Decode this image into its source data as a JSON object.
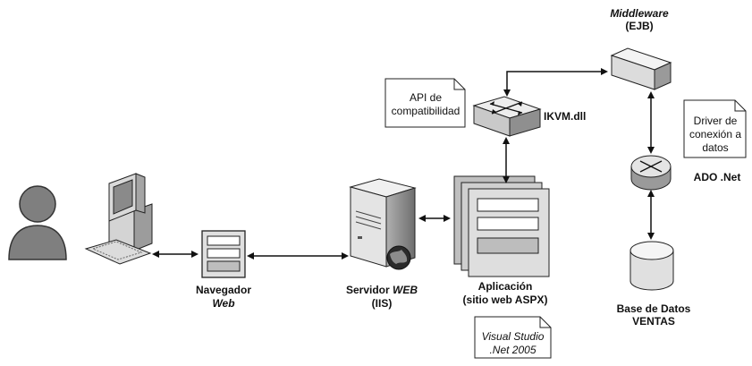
{
  "labels": {
    "middleware": "Middleware",
    "ejb": "(EJB)",
    "api_line1": "API de",
    "api_line2": "compatibilidad",
    "ikvm": "IKVM.dll",
    "driver_line1": "Driver de",
    "driver_line2": "conexión a",
    "driver_line3": "datos",
    "adonet": "ADO .Net",
    "navegador": "Navegador",
    "web_italic": "Web",
    "servidor": "Servidor ",
    "servidor_web": "WEB",
    "iis": "(IIS)",
    "aplicacion": "Aplicación",
    "sitio": "(sitio web ASPX)",
    "vs_line1": "Visual Studio",
    "vs_line2": ".Net 2005",
    "db_line1": "Base de Datos",
    "db_line2": "VENTAS"
  },
  "colors": {
    "stroke": "#222222",
    "gray_light": "#e6e6e6",
    "gray_mid": "#bdbdbd",
    "gray_dark": "#7a7a7a",
    "person": "#808080"
  }
}
